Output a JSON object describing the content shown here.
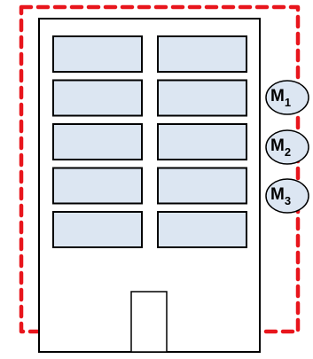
{
  "colors": {
    "boundary": "#e8151c",
    "building_outline": "#000000",
    "building_fill": "#ffffff",
    "window_fill": "#dce6f2",
    "window_stroke": "#000000",
    "door_stroke": "#000000",
    "marker_fill": "#dce6f2",
    "marker_stroke": "#000000"
  },
  "building": {
    "window_rows": 5,
    "window_columns": 2
  },
  "markers": [
    {
      "letter": "M",
      "subscript": "1"
    },
    {
      "letter": "M",
      "subscript": "2"
    },
    {
      "letter": "M",
      "subscript": "3"
    }
  ]
}
